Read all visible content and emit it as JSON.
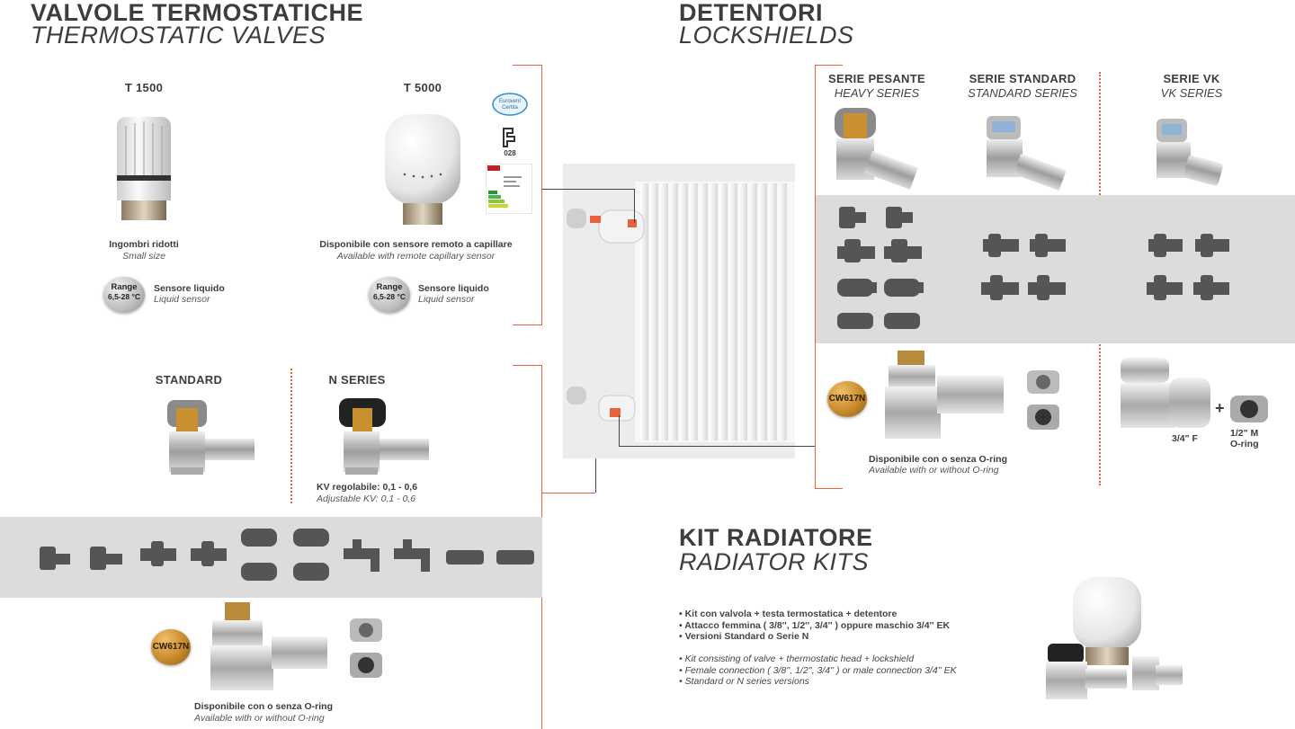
{
  "left": {
    "title_it": "VALVOLE TERMOSTATICHE",
    "title_en": "THERMOSTATIC VALVES",
    "t1500": {
      "label": "T 1500",
      "caption_it": "Ingombri ridotti",
      "caption_en": "Small size",
      "badge_top": "Range",
      "badge_bottom": "6,5-28 °C",
      "sensor_it": "Sensore liquido",
      "sensor_en": "Liquid sensor"
    },
    "t5000": {
      "label": "T 5000",
      "caption_it": "Disponibile con sensore remoto a capillare",
      "caption_en": "Available with remote capillary sensor",
      "badge_top": "Range",
      "badge_bottom": "6,5-28 °C",
      "sensor_it": "Sensore liquido",
      "sensor_en": "Liquid sensor",
      "cert_text": "Eurovent Certita",
      "cert_number": "028"
    },
    "standard": {
      "label": "STANDARD"
    },
    "nseries": {
      "label": "N SERIES",
      "kv_it": "KV regolabile: 0,1 - 0,6",
      "kv_en": "Adjustable KV: 0,1 - 0,6"
    },
    "bottom": {
      "badge": "CW617N",
      "caption_it": "Disponibile con o senza O-ring",
      "caption_en": "Available with or without O-ring"
    }
  },
  "right": {
    "title_it": "DETENTORI",
    "title_en": "LOCKSHIELDS",
    "series": [
      {
        "it": "SERIE PESANTE",
        "en": "HEAVY SERIES"
      },
      {
        "it": "SERIE STANDARD",
        "en": "STANDARD SERIES"
      },
      {
        "it": "SERIE VK",
        "en": "VK SERIES"
      }
    ],
    "bottom": {
      "badge": "CW617N",
      "caption_it": "Disponibile con o senza O-ring",
      "caption_en": "Available with or without O-ring",
      "vk_f": "3/4\" F",
      "vk_plus": "+",
      "vk_m1": "1/2\" M",
      "vk_m2": "O-ring"
    }
  },
  "kit": {
    "title_it": "KIT RADIATORE",
    "title_en": "RADIATOR KITS",
    "bullets_it": [
      "Kit con valvola + testa termostatica + detentore",
      "Attacco femmina ( 3/8'', 1/2'', 3/4'' ) oppure maschio 3/4'' EK",
      "Versioni Standard o Serie N"
    ],
    "bullets_en": [
      "Kit consisting of valve + thermostatic head + lockshield",
      "Female connection ( 3/8'', 1/2'', 3/4'' ) or male connection 3/4'' EK",
      "Standard or N series versions"
    ]
  },
  "colors": {
    "accent": "#e8633c",
    "band": "#dcdcdc",
    "text": "#3d3d3d",
    "brass": "#c88a2a"
  }
}
